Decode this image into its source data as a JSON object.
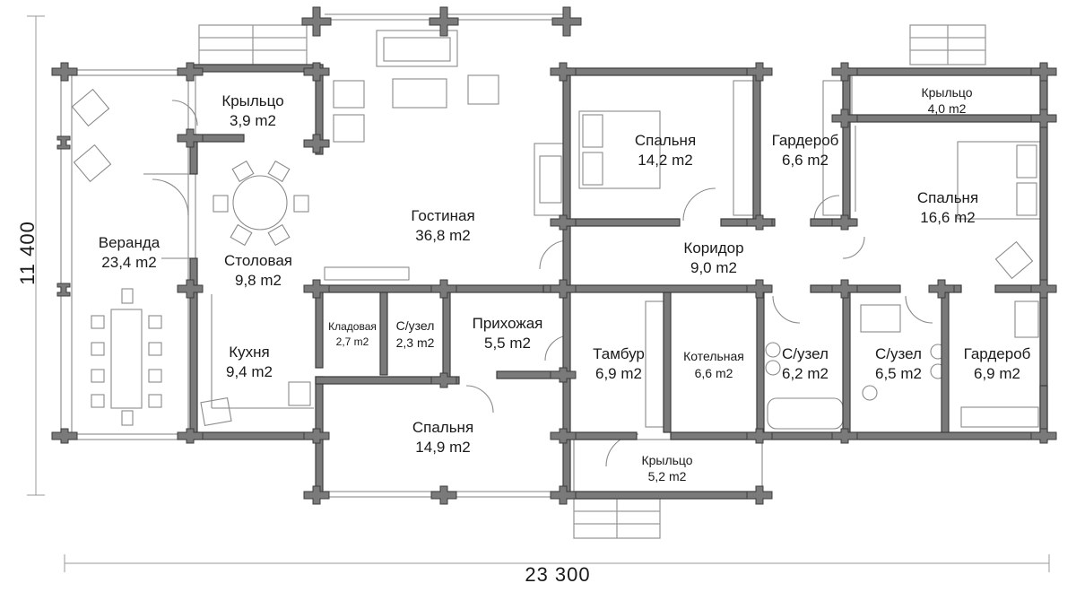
{
  "plan": {
    "colors": {
      "wall_fill": "#7a7a7a",
      "wall_dark": "#3c3c3c",
      "thin_line": "#9a9a9a",
      "text": "#1a1a1a",
      "background": "#ffffff"
    },
    "dimensions": {
      "height_label": "11 400",
      "width_label": "23 300"
    },
    "rooms": {
      "krylco_left": {
        "name": "Крыльцо",
        "area": "3,9 m2"
      },
      "veranda": {
        "name": "Веранда",
        "area": "23,4 m2"
      },
      "stolovaya": {
        "name": "Столовая",
        "area": "9,8 m2"
      },
      "kukhnya": {
        "name": "Кухня",
        "area": "9,4 m2"
      },
      "gostinaya": {
        "name": "Гостиная",
        "area": "36,8 m2"
      },
      "kladovaya": {
        "name": "Кладовая",
        "area": "2,7 m2"
      },
      "suzel_small": {
        "name": "С/узел",
        "area": "2,3 m2"
      },
      "prikhozhaya": {
        "name": "Прихожая",
        "area": "5,5 m2"
      },
      "spalnya_bottom": {
        "name": "Спальня",
        "area": "14,9 m2"
      },
      "spalnya_top": {
        "name": "Спальня",
        "area": "14,2 m2"
      },
      "garderob_top": {
        "name": "Гардероб",
        "area": "6,6 m2"
      },
      "krylco_right": {
        "name": "Крыльцо",
        "area": "4,0 m2"
      },
      "spalnya_right": {
        "name": "Спальня",
        "area": "16,6 m2"
      },
      "koridor": {
        "name": "Коридор",
        "area": "9,0 m2"
      },
      "tambur": {
        "name": "Тамбур",
        "area": "6,9 m2"
      },
      "kotelnaya": {
        "name": "Котельная",
        "area": "6,6 m2"
      },
      "suzel_1": {
        "name": "С/узел",
        "area": "6,2 m2"
      },
      "suzel_2": {
        "name": "С/узел",
        "area": "6,5 m2"
      },
      "garderob_right": {
        "name": "Гардероб",
        "area": "6,9 m2"
      },
      "krylco_bottom": {
        "name": "Крыльцо",
        "area": "5,2 m2"
      }
    }
  }
}
